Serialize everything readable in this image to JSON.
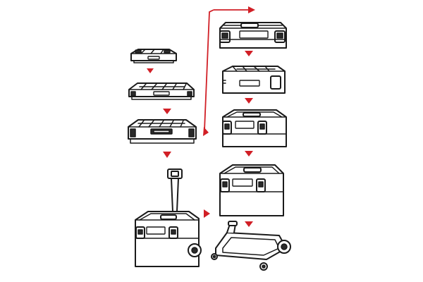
{
  "colors": {
    "arrow": "#d11f26",
    "outline": "#1a1a1a",
    "background": "#ffffff"
  },
  "components": [
    {
      "id": "small-organizer",
      "icon": "small-organizer-icon"
    },
    {
      "id": "medium-organizer",
      "icon": "medium-organizer-icon"
    },
    {
      "id": "large-organizer",
      "icon": "large-organizer-icon"
    },
    {
      "id": "trolley-toolbox",
      "icon": "trolley-toolbox-icon"
    },
    {
      "id": "flat-toolbox",
      "icon": "flat-toolbox-icon"
    },
    {
      "id": "open-tray-box",
      "icon": "open-tray-box-icon"
    },
    {
      "id": "medium-toolbox",
      "icon": "medium-toolbox-icon"
    },
    {
      "id": "tall-toolbox",
      "icon": "tall-toolbox-icon"
    },
    {
      "id": "wheeled-platform",
      "icon": "wheeled-platform-icon"
    }
  ],
  "arrows": [
    {
      "from": "small-organizer",
      "to": "medium-organizer",
      "icon": "arrow-down-icon"
    },
    {
      "from": "medium-organizer",
      "to": "large-organizer",
      "icon": "arrow-down-icon"
    },
    {
      "from": "large-organizer",
      "to": "trolley-toolbox",
      "icon": "arrow-down-icon"
    },
    {
      "from": "large-organizer",
      "to": "flat-toolbox",
      "icon": "connector-arrow-icon"
    },
    {
      "from": "flat-toolbox",
      "to": "open-tray-box",
      "icon": "arrow-down-icon"
    },
    {
      "from": "open-tray-box",
      "to": "medium-toolbox",
      "icon": "arrow-down-icon"
    },
    {
      "from": "medium-toolbox",
      "to": "tall-toolbox",
      "icon": "arrow-down-icon"
    },
    {
      "from": "tall-toolbox",
      "to": "wheeled-platform",
      "icon": "arrow-down-icon"
    },
    {
      "from": "wheeled-platform",
      "to": "trolley-toolbox",
      "icon": "arrow-left-icon"
    }
  ]
}
